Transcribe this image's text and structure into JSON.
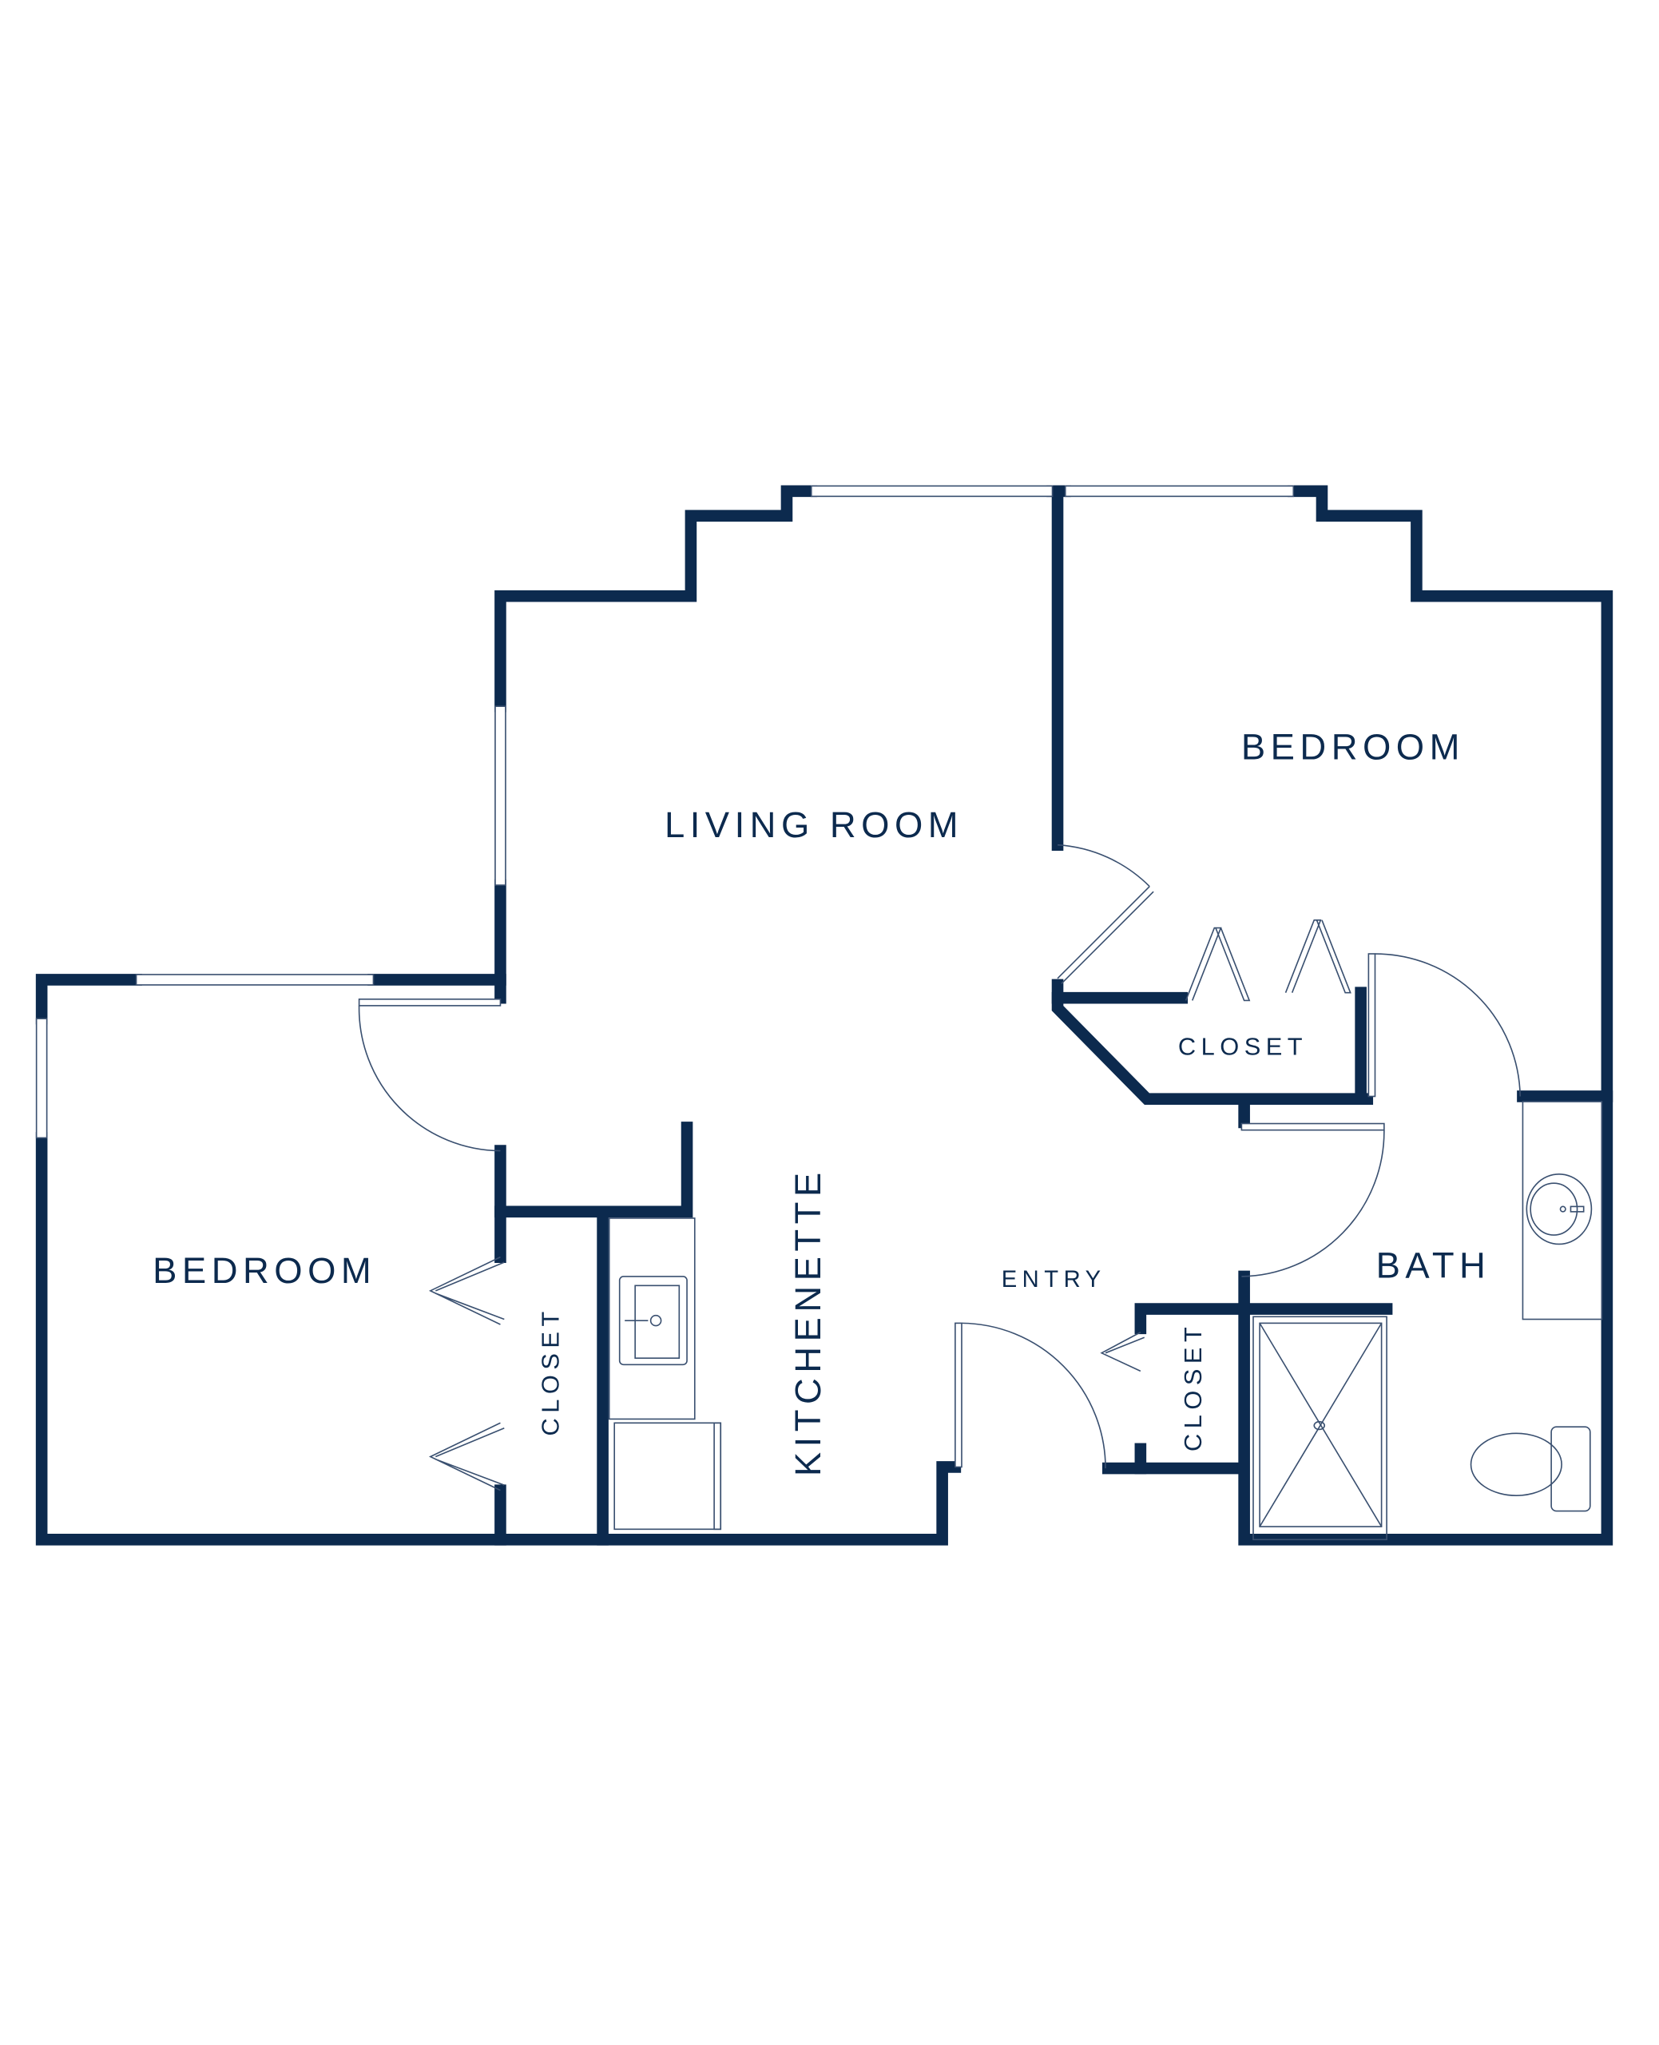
{
  "rooms": {
    "living_room": "LIVING ROOM",
    "bedroom_right": "BEDROOM",
    "bedroom_left": "BEDROOM",
    "closet_right_bedroom": "CLOSET",
    "closet_left_bedroom": "CLOSET",
    "closet_entry": "CLOSET",
    "kitchenette": "KITCHENETTE",
    "entry": "ENTRY",
    "bath": "BATH"
  },
  "colors": {
    "wall": "#0c2a4e",
    "fixture": "#3a5070"
  }
}
